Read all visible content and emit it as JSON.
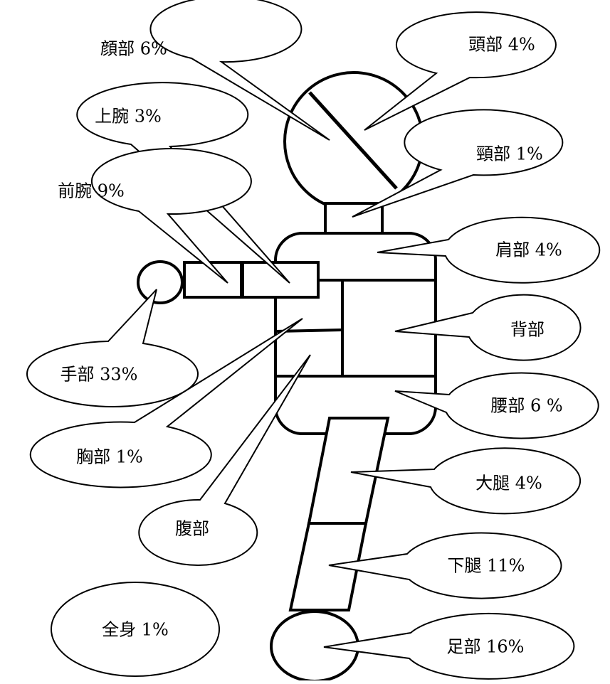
{
  "labels": {
    "face": "顔部 6%",
    "head": "頭部 4%",
    "upper_arm": "上腕 3%",
    "neck": "頸部 1%",
    "forearm": "前腕 9%",
    "shoulder": "肩部 4%",
    "back": "背部",
    "hand": "手部 33%",
    "waist": "腰部 6 %",
    "chest": "胸部 1%",
    "thigh": "大腿 4%",
    "abdomen": "腹部",
    "lower_leg": "下腿 11%",
    "whole_body": "全身 1%",
    "foot": "足部 16%"
  }
}
